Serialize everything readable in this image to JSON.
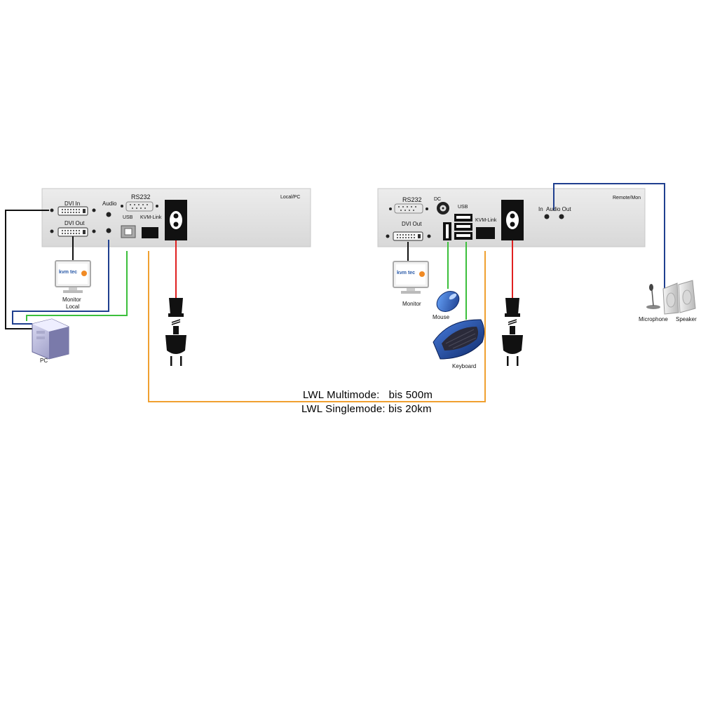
{
  "local_unit": {
    "title": "Local/PC",
    "dvi_in": "DVI In",
    "dvi_out": "DVI Out",
    "audio": "Audio",
    "rs232": "RS232",
    "usb": "USB",
    "kvm_link": "KVM-Link"
  },
  "remote_unit": {
    "title": "Remote/Mon",
    "rs232": "RS232",
    "dc": "DC",
    "usb": "USB",
    "dvi_out": "DVI Out",
    "kvm_link": "KVM-Link",
    "audio_in": "In",
    "audio_out": "Audio Out"
  },
  "devices": {
    "monitor_local_line1": "Monitor",
    "monitor_local_line2": "Local",
    "pc": "PC",
    "monitor_remote": "Monitor",
    "mouse": "Mouse",
    "keyboard": "Keyboard",
    "microphone": "Microphone",
    "speaker": "Speaker",
    "brand": "kvm tec"
  },
  "fiber": {
    "line1": "LWL Multimode:   bis 500m",
    "line2": "LWL Singlemode: bis 20km"
  },
  "colors": {
    "dvi_cable": "#111111",
    "audio_cable": "#1f3f8f",
    "usb_cable": "#3cbf3c",
    "fiber_cable": "#f0a030",
    "power_cable": "#e02020",
    "panel": "#e6e6e6",
    "brand_blue": "#2a5aa8",
    "brand_orange": "#f08a24"
  }
}
